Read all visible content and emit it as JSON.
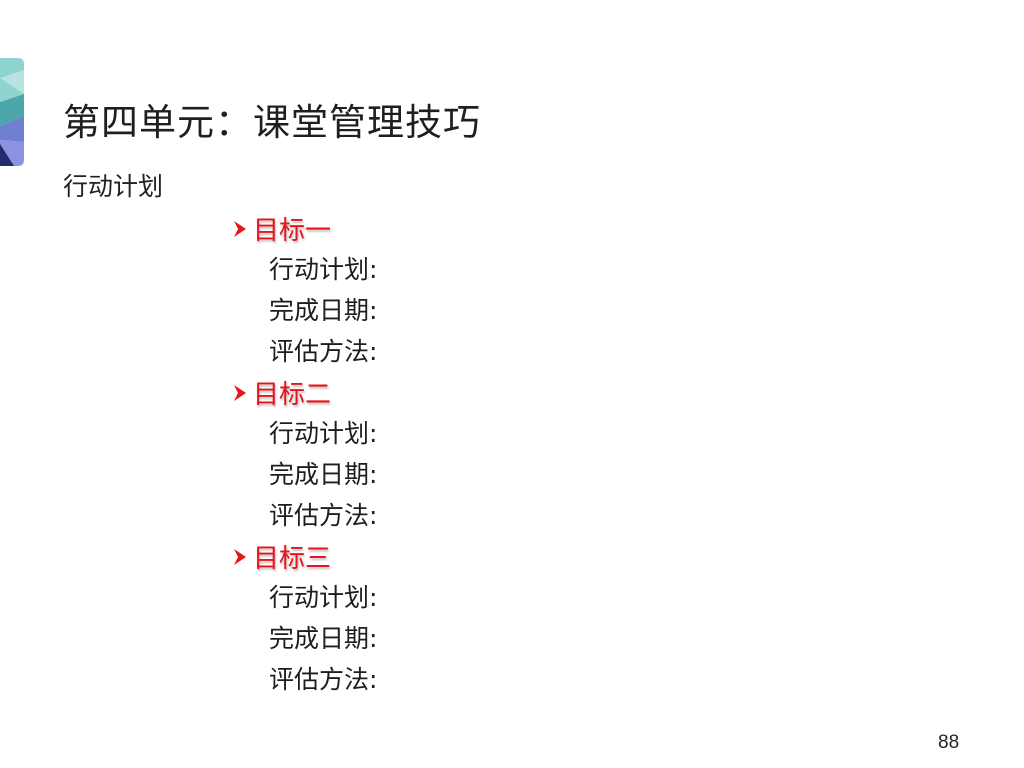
{
  "slide": {
    "title": "第四单元：课堂管理技巧",
    "subtitle": "行动计划",
    "page_number": "88",
    "accent_color": "#e8141c",
    "goals": [
      {
        "label": "目标一",
        "fields": [
          "行动计划:",
          "完成日期:",
          "评估方法:"
        ]
      },
      {
        "label": "目标二",
        "fields": [
          "行动计划:",
          "完成日期:",
          "评估方法:"
        ]
      },
      {
        "label": "目标三",
        "fields": [
          "行动计划:",
          "完成日期:",
          "评估方法:"
        ]
      }
    ]
  }
}
